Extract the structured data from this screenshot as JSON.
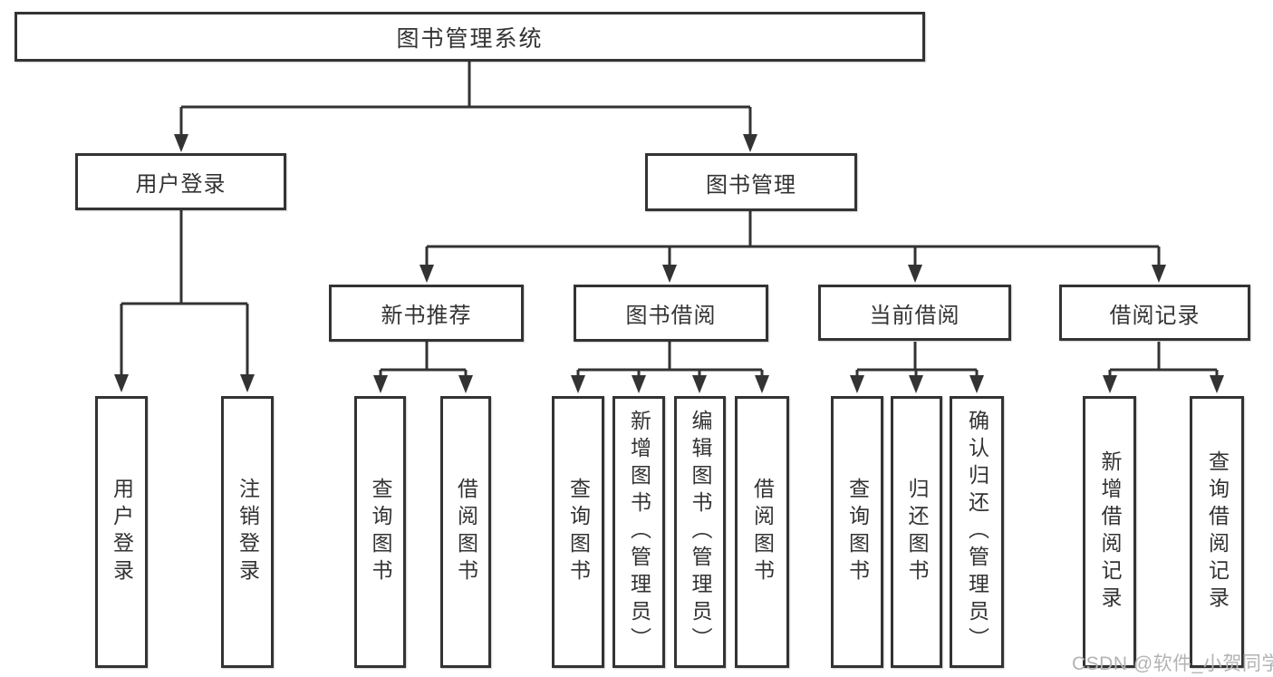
{
  "colors": {
    "line": "#333333",
    "text": "#333333",
    "bg": "#ffffff",
    "watermark": "#b3b3b3"
  },
  "watermark": "CSDN @软件_小贺同学",
  "tree": {
    "label": "图书管理系统",
    "children": [
      {
        "label": "用户登录",
        "children": [
          {
            "label": "用户登录"
          },
          {
            "label": "注销登录"
          }
        ]
      },
      {
        "label": "图书管理",
        "children": [
          {
            "label": "新书推荐",
            "children": [
              {
                "label": "查询图书"
              },
              {
                "label": "借阅图书"
              }
            ]
          },
          {
            "label": "图书借阅",
            "children": [
              {
                "label": "查询图书"
              },
              {
                "label": "新增图书（管理员）"
              },
              {
                "label": "编辑图书（管理员）"
              },
              {
                "label": "借阅图书"
              }
            ]
          },
          {
            "label": "当前借阅",
            "children": [
              {
                "label": "查询图书"
              },
              {
                "label": "归还图书"
              },
              {
                "label": "确认归还（管理员）"
              }
            ]
          },
          {
            "label": "借阅记录",
            "children": [
              {
                "label": "新增借阅记录"
              },
              {
                "label": "查询借阅记录"
              }
            ]
          }
        ]
      }
    ]
  }
}
